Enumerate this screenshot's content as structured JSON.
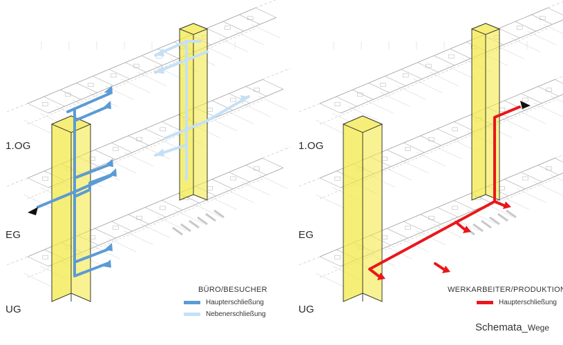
{
  "colors": {
    "core_fill": "#f3e94a",
    "core_stroke": "#3a3a2a",
    "main_blue": "#5b9bd5",
    "secondary_blue": "#c5e0f5",
    "main_red": "#e8171b",
    "plan_line": "#9a9a9a"
  },
  "levels": {
    "left": [
      "1.OG",
      "EG",
      "UG"
    ],
    "right": [
      "1.OG",
      "EG",
      "UG"
    ]
  },
  "legend_left": {
    "title": "BÜRO/BESUCHER",
    "items": [
      {
        "label": "Haupterschließung",
        "color": "#5b9bd5"
      },
      {
        "label": "Nebenerschließung",
        "color": "#c5e0f5"
      }
    ]
  },
  "legend_right": {
    "title": "WERKARBEITER/PRODUKTION",
    "items": [
      {
        "label": "Haupterschließung",
        "color": "#e8171b"
      }
    ]
  },
  "caption": {
    "main": "Schemata_",
    "suffix": "Wege"
  }
}
